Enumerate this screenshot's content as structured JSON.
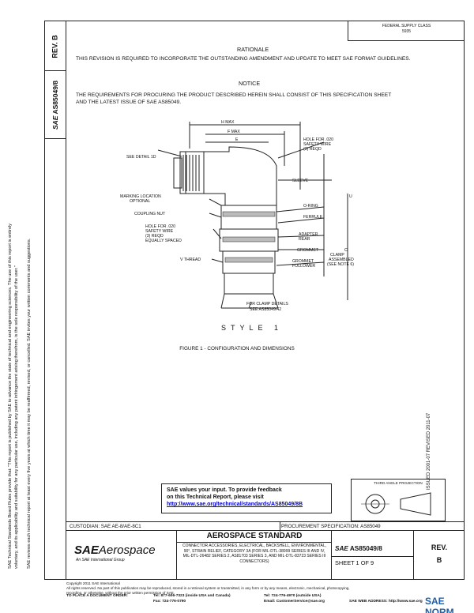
{
  "top_right": {
    "line1": "FEDERAL SUPPLY CLASS",
    "line2": "5935"
  },
  "rev_header": {
    "label": "REV.",
    "value": "B"
  },
  "doc_vertical": {
    "sae": "SAE",
    "number": "AS85049/8"
  },
  "rationale": {
    "heading": "RATIONALE",
    "text": "THIS REVISION IS REQUIRED TO INCORPORATE THE OUTSTANDING AMENDMENT AND UPDATE TO MEET SAE FORMAT GUIDELINES."
  },
  "notice": {
    "heading": "NOTICE",
    "text": "THE REQUIREMENTS FOR PROCURING THE PRODUCT DESCRIBED HEREIN SHALL CONSIST OF THIS SPECIFICATION SHEET AND THE LATEST ISSUE OF SAE AS85049."
  },
  "figure": {
    "labels": {
      "h_max": "H MAX",
      "f_max": "F MAX",
      "e": "E",
      "hole_top": "HOLE FOR .020",
      "hole_top2": "SAFETY WIRE",
      "hole_top3": "(3) REQD",
      "see_detail": "SEE DETAIL 1D",
      "sleeve": "SLEEVE",
      "marking": "MARKING LOCATION",
      "marking2": "OPTIONAL",
      "o_ring": "O-RING",
      "ferrule": "FERRULE",
      "coupling_nut": "COUPLING NUT",
      "hole_mid": "HOLE FOR .020",
      "hole_mid2": "SAFETY WIRE",
      "hole_mid3": "(3) REQD",
      "hole_mid4": "EQUALLY SPACED",
      "adapter": "ADAPTER",
      "adapter2": "REAR",
      "grommet": "GROMMET",
      "v_thread": "V THREAD",
      "grommet_follower": "GROMMET",
      "grommet_follower2": "FOLLOWER",
      "c_label": "C",
      "c_label2": "CLAMP",
      "c_label3": "ASSEMBLED",
      "c_label4": "(SEE NOTE 6)",
      "u_label": "U",
      "for_clamp": "FOR CLAMP DETAILS",
      "for_clamp2": "SEE AS85049/42"
    },
    "style_label": "STYLE 1",
    "caption": "FIGURE 1 - CONFIGURATION AND DIMENSIONS"
  },
  "left_notes": {
    "line1": "SAE Technical Standards Board Rules provide that: \"This report is published by SAE to advance the state of technical and engineering sciences. The use of this report is entirely",
    "line2": "voluntary, and its applicability and suitability for any particular use, including any patent infringement arising therefrom, is the sole responsibility of the user.\"",
    "line3": "SAE reviews each technical report at least every five years at which time it may be reaffirmed, revised, or cancelled. SAE invites your written comments and suggestions."
  },
  "issued": "ISSUED 2001-07    REVISED 2011-07",
  "feedback": {
    "line1": "SAE values your input. To provide feedback",
    "line2": "on this Technical Report, please visit",
    "link": "http://www.sae.org/technical/standards/AS85049/8B"
  },
  "third_angle": {
    "label": "THIRD ANGLE PROJECTION"
  },
  "custodian": "CUSTODIAN: SAE AE-8/AE-8C1",
  "procurement": "PROCUREMENT SPECIFICATION: AS85049",
  "title_block": {
    "logo_sae": "SAE",
    "logo_aero": "Aerospace",
    "logo_sub": "An SAE International Group",
    "standard": "AEROSPACE STANDARD",
    "description": "CONNECTOR ACCESSORIES, ELECTRICAL, BACKSHELL, ENVIRONMENTAL, 90°, STRAIN RELIEF, CATEGORY 3A (FOR MIL-DTL-38999 SERIES III AND IV, MIL-DTL-26482 SERIES 2, AS81703 SERIES 3, AND MIL-DTL-83723 SERIES III CONNECTORS)",
    "doc_sae": "SAE",
    "doc_number": "AS85049/8",
    "sheet": "SHEET 1 OF 9",
    "rev_label": "REV.",
    "rev_value": "B"
  },
  "copyright": {
    "line1": "Copyright 2011 SAE International",
    "line2": "All rights reserved. No part of this publication may be reproduced, stored in a retrieval system or transmitted, in any form or by any means, electronic, mechanical, photocopying,",
    "line3": "recording, or otherwise, without the prior written permission of SAE."
  },
  "contacts": {
    "place_order": "TO PLACE A DOCUMENT ORDER:",
    "tel1": "Tel: 877-606-7323 (inside USA and Canada)",
    "tel2": "Tel: 724-776-4970 (outside USA)",
    "fax": "Fax: 724-776-0790",
    "email": "Email: CustomerService@sae.org",
    "web": "SAE WEB ADDRESS: http://www.sae.org"
  },
  "watermark": "SAE NORM"
}
